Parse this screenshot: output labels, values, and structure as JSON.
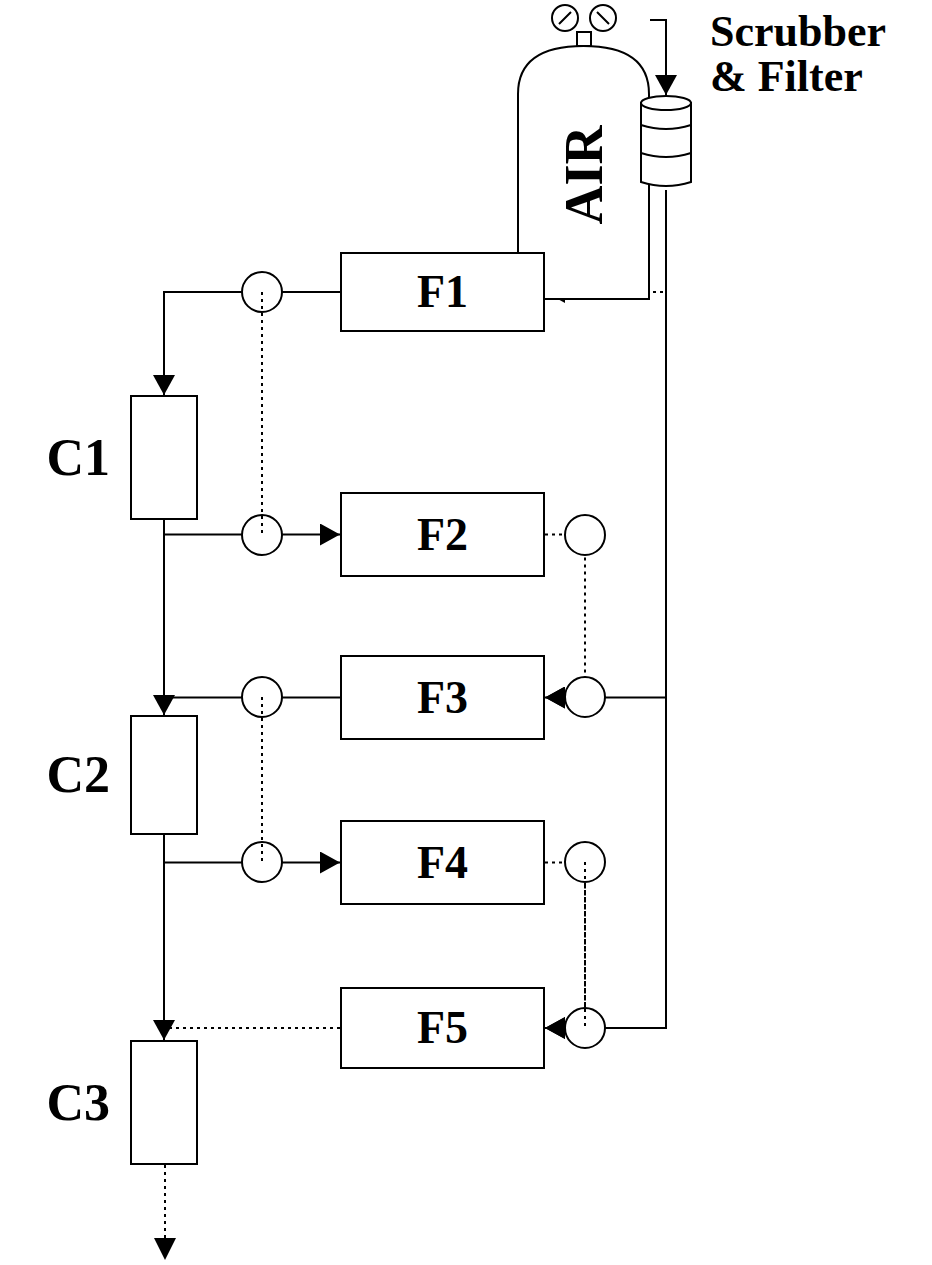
{
  "diagram": {
    "nodes": [
      {
        "text": [
          "AIR"
        ]
      },
      {
        "text": [
          "Scrubber & Filter"
        ]
      },
      {
        "text": [
          "F1"
        ]
      },
      {
        "text": [
          "C1"
        ]
      },
      {
        "text": [
          "F2"
        ]
      },
      {
        "text": [
          "F3"
        ]
      },
      {
        "text": [
          "C2"
        ]
      },
      {
        "text": [
          "F4"
        ]
      },
      {
        "text": [
          "F5"
        ]
      },
      {
        "text": [
          "C3"
        ]
      }
    ],
    "edges": [
      {
        "from": 0,
        "to": 1,
        "arrow": "to"
      },
      {
        "from": 1,
        "to": 2,
        "arrow": "to"
      },
      {
        "from": 1,
        "to": 5,
        "arrow": "to"
      },
      {
        "from": 1,
        "to": 8,
        "arrow": "to"
      },
      {
        "from": 2,
        "to": 3,
        "arrow": "to"
      },
      {
        "from": 3,
        "to": 4,
        "arrow": "to"
      },
      {
        "from": 4,
        "to": 5,
        "arrow": "to"
      },
      {
        "from": 3,
        "to": 6,
        "arrow": "none"
      },
      {
        "from": 5,
        "to": 6,
        "arrow": "to"
      },
      {
        "from": 6,
        "to": 7,
        "arrow": "to"
      },
      {
        "from": 7,
        "to": 8,
        "arrow": "to"
      },
      {
        "from": 8,
        "to": 9,
        "arrow": "to"
      },
      {
        "from": 6,
        "to": 9,
        "arrow": "none"
      }
    ]
  }
}
